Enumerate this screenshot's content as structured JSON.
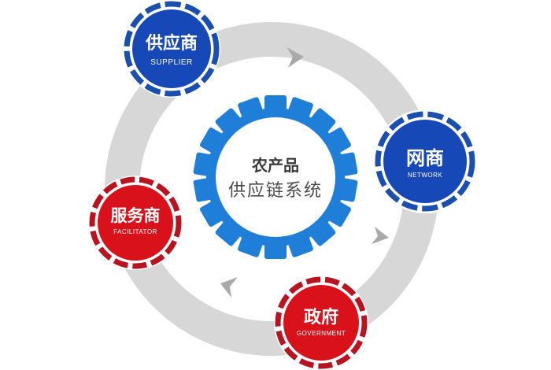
{
  "diagram": {
    "center": {
      "title": "农产品",
      "subtitle": "供应链系统",
      "gear_color": "#1f7fd8"
    },
    "nodes": [
      {
        "id": "supplier",
        "label_zh": "供应商",
        "label_en": "SUPPLIER",
        "color": "#1748b8",
        "ring_color": "#1a4fb0"
      },
      {
        "id": "network",
        "label_zh": "网商",
        "label_en": "NETWORK",
        "color": "#1748b8",
        "ring_color": "#1a4fb0"
      },
      {
        "id": "government",
        "label_zh": "政府",
        "label_en": "GOVERNMENT",
        "color": "#d9111a",
        "ring_color": "#b81420"
      },
      {
        "id": "facilitator",
        "label_zh": "服务商",
        "label_en": "FACILITATOR",
        "color": "#d9111a",
        "ring_color": "#b81420"
      }
    ],
    "cycle": {
      "ring_color": "#d7d7d7",
      "arrow_color": "#a9a9a9",
      "direction": "clockwise"
    }
  }
}
